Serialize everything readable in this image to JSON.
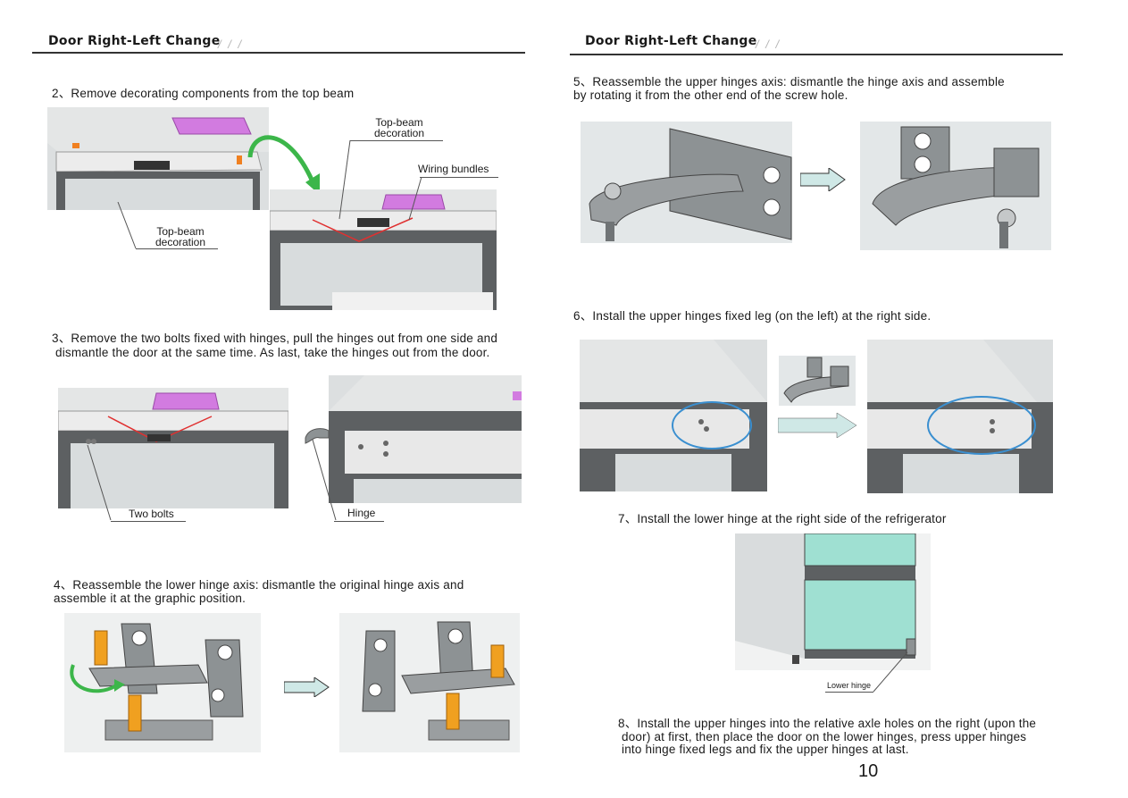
{
  "left": {
    "header": "Door Right-Left Change",
    "step2": "2、Remove decorating components from the top beam",
    "step2_labels": {
      "topbeam_a": "Top-beam decoration",
      "wiring": "Wiring bundles",
      "topbeam_b": "Top-beam decoration"
    },
    "step3_line1": "3、Remove the two bolts fixed with hinges, pull the hinges out from one side and",
    "step3_line2": "dismantle the door at the same time. As last, take the hinges out from the door.",
    "step3_labels": {
      "bolts": "Two bolts",
      "hinge": "Hinge"
    },
    "step4_line1": "4、Reassemble the lower hinge axis: dismantle the original hinge axis and",
    "step4_line2": "assemble it at the graphic position."
  },
  "right": {
    "header": "Door Right-Left Change",
    "step5_line1": "5、Reassemble the upper hinges axis: dismantle the hinge axis and assemble",
    "step5_line2": "by rotating it from the other end of the screw hole.",
    "step6": "6、Install the upper hinges fixed leg (on the left) at the right side.",
    "step7": "7、Install the lower hinge at the right side of the refrigerator",
    "step7_label": "Lower hinge",
    "step8_line1": "8、Install the upper hinges into the relative axle holes on the right (upon the",
    "step8_line2": "door) at first, then place the door on the lower hinges, press upper hinges",
    "step8_line3": "into hinge fixed legs and fix the upper hinges at last.",
    "page_number": "10"
  },
  "colors": {
    "accent_green": "#3cb64a",
    "decoration_pink": "#d27be0",
    "cabinet_gray": "#5d6062",
    "arrow_fill": "#cfe8e6",
    "circle_blue": "#3a8fd0",
    "drawer_teal": "#9fe0d2",
    "spring_orange": "#f0a020"
  }
}
